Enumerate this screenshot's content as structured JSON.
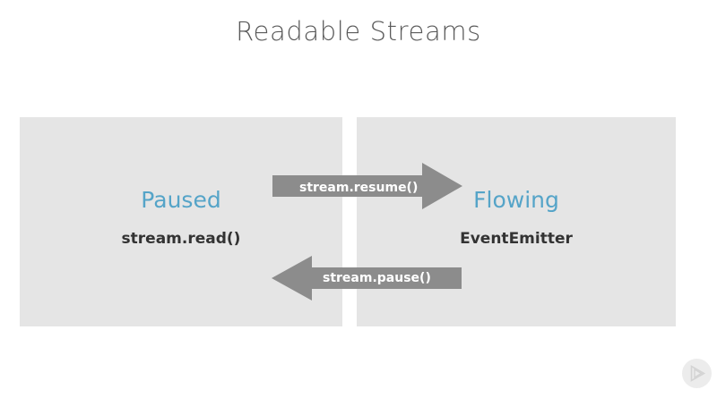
{
  "slide": {
    "title": "Readable Streams",
    "background_color": "#ffffff",
    "panel_color": "#e5e5e5",
    "accent_color": "#55a4c8",
    "arrow_color": "#8c8c8c",
    "text_color": "#333333",
    "title_color": "#5a5a5a"
  },
  "states": [
    {
      "id": "paused",
      "title": "Paused",
      "api": "stream.read()"
    },
    {
      "id": "flowing",
      "title": "Flowing",
      "api": "EventEmitter"
    }
  ],
  "transitions": [
    {
      "id": "resume",
      "label": "stream.resume()",
      "direction": "right",
      "from": "Paused",
      "to": "Flowing"
    },
    {
      "id": "pause",
      "label": "stream.pause()",
      "direction": "left",
      "from": "Flowing",
      "to": "Paused"
    }
  ],
  "watermark": {
    "icon": "play-triangle-logo-icon"
  }
}
